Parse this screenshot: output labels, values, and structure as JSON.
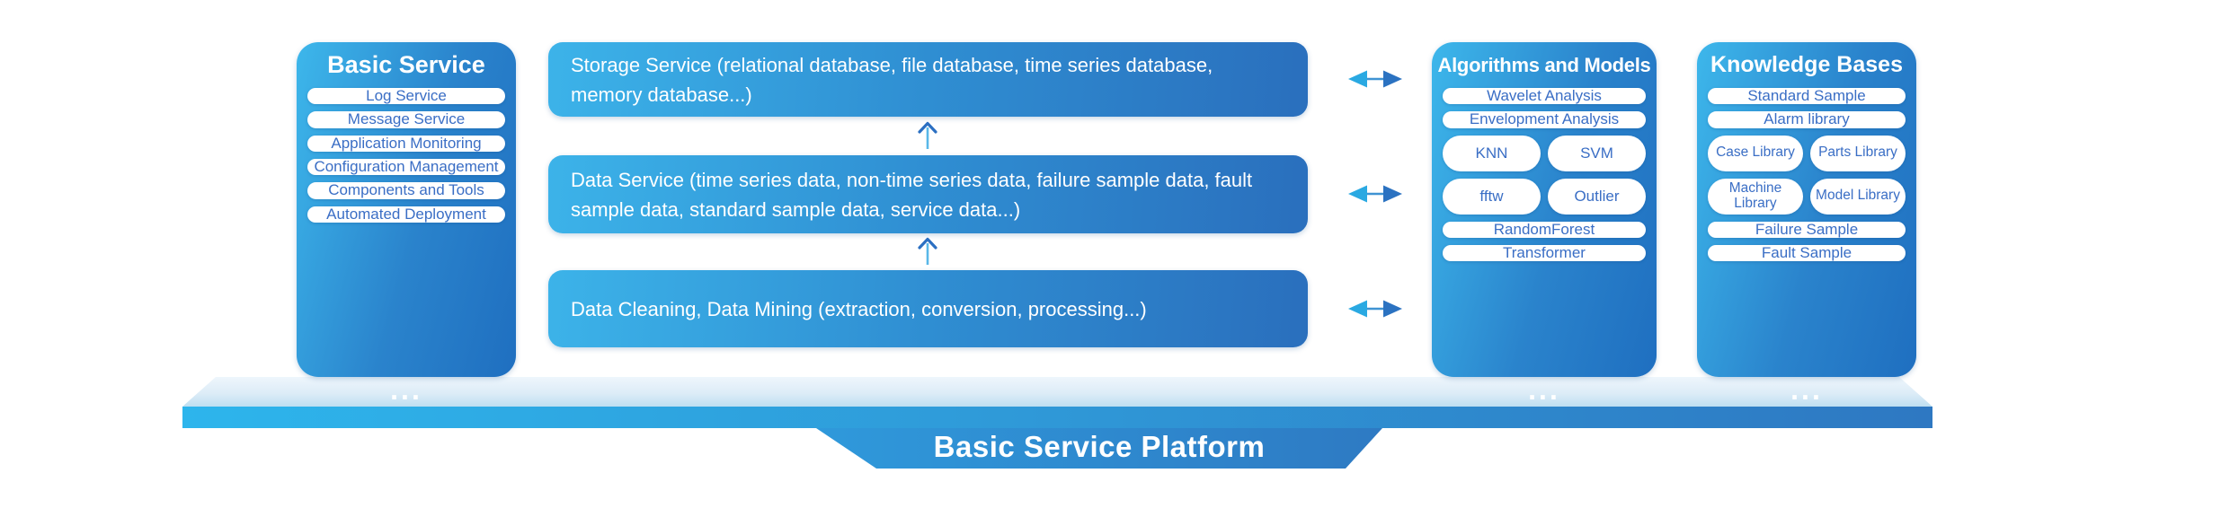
{
  "left_panel": {
    "title": "Basic Service",
    "items": [
      "Log Service",
      "Message Service",
      "Application Monitoring",
      "Configuration Management",
      "Components and Tools",
      "Automated Deployment"
    ],
    "ellipsis": "..."
  },
  "middle_bars": [
    {
      "text": "Storage Service (relational database, file database, time series database, memory database...)"
    },
    {
      "text": "Data Service (time series data, non-time series data, failure sample data, fault sample data, standard sample data, service data...)"
    },
    {
      "text": "Data Cleaning, Data Mining (extraction, conversion, processing...)"
    }
  ],
  "algorithms_panel": {
    "title": "Algorithms and Models",
    "pills": [
      "Wavelet Analysis",
      "Envelopment Analysis",
      "KNN",
      "SVM",
      "fftw",
      "Outlier",
      "RandomForest",
      "Transformer"
    ],
    "ellipsis": "..."
  },
  "knowledge_panel": {
    "title": "Knowledge Bases",
    "pills": [
      "Standard Sample",
      "Alarm library",
      "Case Library",
      "Parts Library",
      "Machine Library",
      "Model Library",
      "Failure Sample",
      "Fault Sample"
    ],
    "ellipsis": "..."
  },
  "platform": {
    "label": "Basic Service Platform"
  },
  "colors": {
    "panel_gradient_start": "#3db7eb",
    "panel_gradient_end": "#1f6fc0",
    "pill_text_blue": "#3a6ec5",
    "bar_gradient_start": "#3cb3e9",
    "bar_gradient_end": "#2a6fbd",
    "platform_bar_start": "#2db5ec",
    "platform_bar_end": "#2e78c2",
    "arrow_light_blue": "#2aa9e2",
    "arrow_dark_blue": "#2b72c1"
  }
}
